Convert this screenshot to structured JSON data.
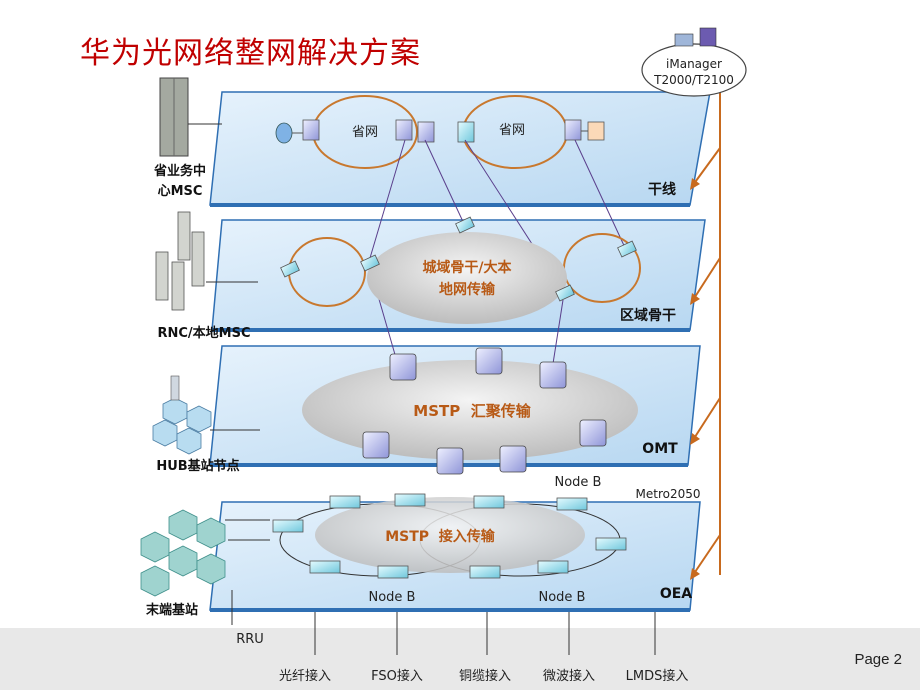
{
  "slide": {
    "title": "华为光网络整网解决方案",
    "page": "Page 2"
  },
  "manager": {
    "line1": "iManager",
    "line2": "T2000/T2100"
  },
  "layers": {
    "backbone": {
      "name": "干线",
      "ring_left": "省网",
      "ring_right": "省网"
    },
    "regional": {
      "name": "区域骨干",
      "cloud_line1": "城域骨干/大本",
      "cloud_line2": "地网传输"
    },
    "omt": {
      "name": "OMT",
      "cloud": "MSTP  汇聚传输"
    },
    "oea": {
      "name": "OEA",
      "cloud": "MSTP  接入传输",
      "node_b_top": "Node B",
      "node_b_left": "Node B",
      "node_b_right": "Node B",
      "metro": "Metro2050"
    }
  },
  "side_labels": {
    "msc_line1": "省业务中",
    "msc_line2": "心MSC",
    "rnc": "RNC/本地MSC",
    "hub": "HUB基站节点",
    "terminal": "末端基站",
    "rru": "RRU"
  },
  "access": [
    "光纤接入",
    "FSO接入",
    "铜缆接入",
    "微波接入",
    "LMDS接入"
  ],
  "colors": {
    "title": "#c00000",
    "ring": "#c8782e",
    "plane": "#cfe6f7",
    "plane_edge": "#2f6fb3",
    "cloud": "#d9d9d9",
    "arrow": "#c86a1e"
  }
}
